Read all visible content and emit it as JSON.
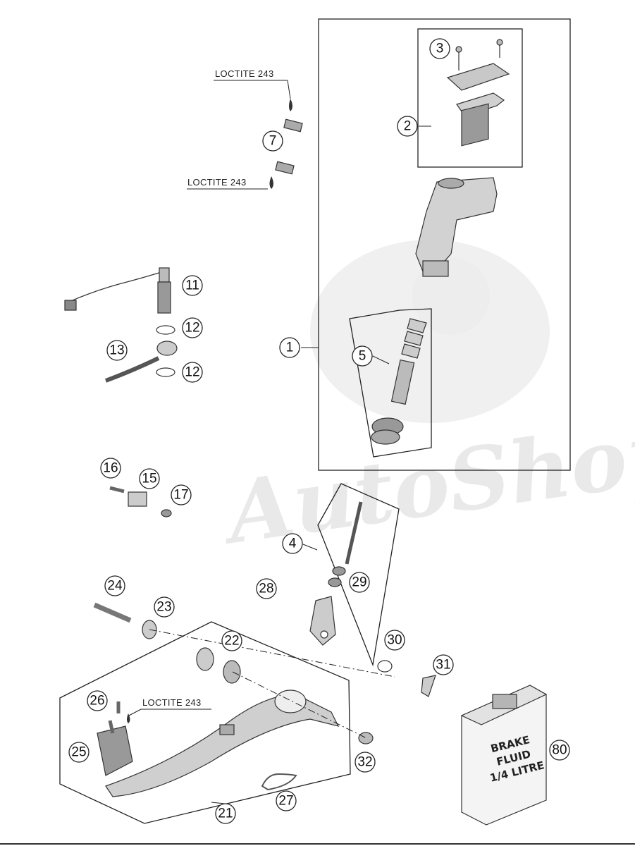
{
  "callouts": [
    {
      "id": "1",
      "label": "1"
    },
    {
      "id": "2",
      "label": "2"
    },
    {
      "id": "3",
      "label": "3"
    },
    {
      "id": "4",
      "label": "4"
    },
    {
      "id": "5",
      "label": "5"
    },
    {
      "id": "7",
      "label": "7"
    },
    {
      "id": "11",
      "label": "11"
    },
    {
      "id": "12a",
      "label": "12"
    },
    {
      "id": "12b",
      "label": "12"
    },
    {
      "id": "13",
      "label": "13"
    },
    {
      "id": "15",
      "label": "15"
    },
    {
      "id": "16",
      "label": "16"
    },
    {
      "id": "17",
      "label": "17"
    },
    {
      "id": "21",
      "label": "21"
    },
    {
      "id": "22",
      "label": "22"
    },
    {
      "id": "23",
      "label": "23"
    },
    {
      "id": "24",
      "label": "24"
    },
    {
      "id": "25",
      "label": "25"
    },
    {
      "id": "26",
      "label": "26"
    },
    {
      "id": "27",
      "label": "27"
    },
    {
      "id": "28",
      "label": "28"
    },
    {
      "id": "29",
      "label": "29"
    },
    {
      "id": "30",
      "label": "30"
    },
    {
      "id": "31",
      "label": "31"
    },
    {
      "id": "32",
      "label": "32"
    },
    {
      "id": "80",
      "label": "80"
    }
  ],
  "notes": {
    "loctite_a": "LOCTITE 243",
    "loctite_b": "LOCTITE 243",
    "loctite_c": "LOCTITE 243"
  },
  "fluid_label": {
    "line1": "BRAKE",
    "line2": "FLUID",
    "line3": "1/4 LITRE"
  },
  "watermark": "AutoShop",
  "colors": {
    "line": "#222222",
    "part_fill": "#bdbdbd",
    "watermark": "#e9e9e9"
  }
}
